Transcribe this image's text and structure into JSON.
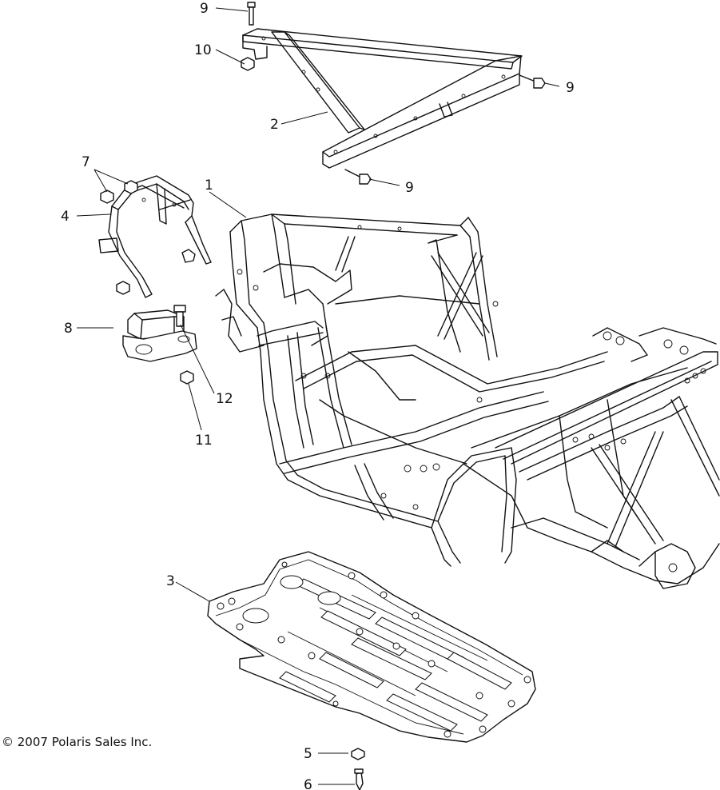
{
  "diagram": {
    "callouts": [
      {
        "id": "c1",
        "label": "1"
      },
      {
        "id": "c2",
        "label": "2"
      },
      {
        "id": "c3",
        "label": "3"
      },
      {
        "id": "c4",
        "label": "4"
      },
      {
        "id": "c5",
        "label": "5"
      },
      {
        "id": "c6",
        "label": "6"
      },
      {
        "id": "c7",
        "label": "7"
      },
      {
        "id": "c8",
        "label": "8"
      },
      {
        "id": "c9a",
        "label": "9"
      },
      {
        "id": "c9b",
        "label": "9"
      },
      {
        "id": "c9c",
        "label": "9"
      },
      {
        "id": "c10",
        "label": "10"
      },
      {
        "id": "c11",
        "label": "11"
      },
      {
        "id": "c12",
        "label": "12"
      }
    ],
    "copyright": "© 2007 Polaris Sales Inc."
  }
}
